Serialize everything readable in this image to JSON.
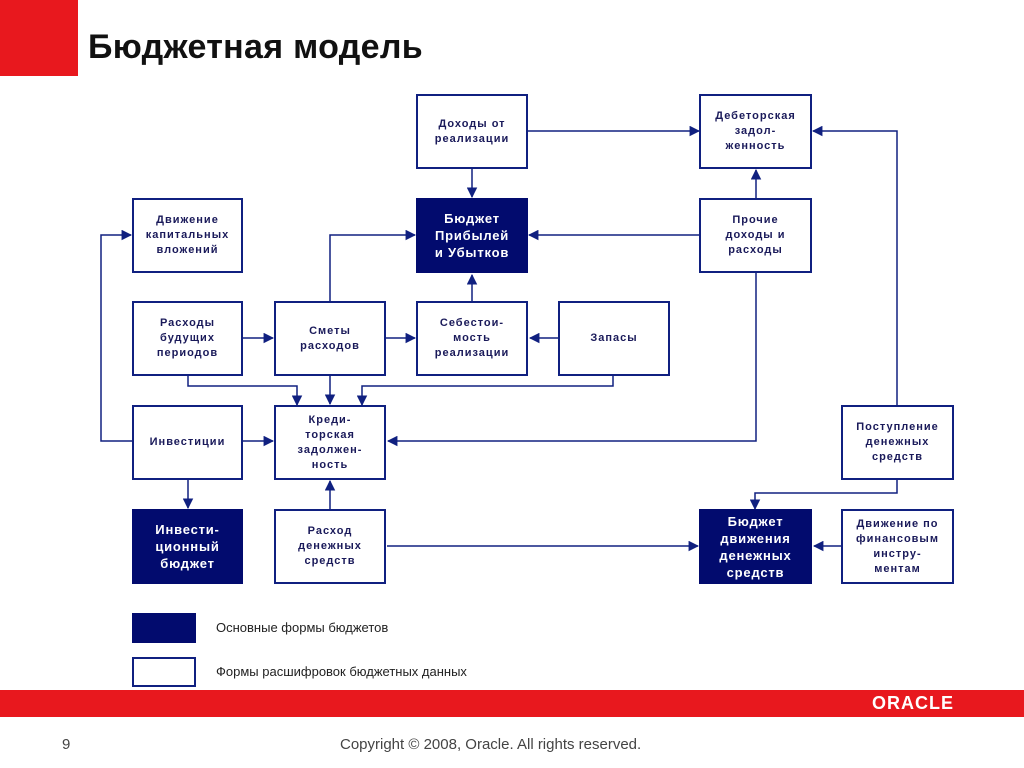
{
  "slide": {
    "title": "Бюджетная модель",
    "page_number": "9",
    "copyright": "Copyright © 2008, Oracle.  All rights reserved.",
    "logo_text": "ORACLE"
  },
  "boxes": {
    "dohody": "Доходы от\nреализации",
    "debitorskaya": "Дебеторская\nзадол-\nженность",
    "dvizhenie_kap": "Движение\nкапитальных\nвложений",
    "bdr": "Бюджет\nПрибылей\nи Убытков",
    "prochie": "Прочие\nдоходы и\nрасходы",
    "raskhody_bp": "Расходы\nбудущих\nпериодов",
    "smety": "Сметы\nрасходов",
    "sebestoimost": "Себестои-\nмость\nреализации",
    "zapasy": "Запасы",
    "investicii": "Инвестиции",
    "kreditorskaya": "Креди-\nторская\nзадолжен-\nность",
    "postuplenie": "Поступление\nденежных\nсредств",
    "invest_budget": "Инвести-\nционный\nбюджет",
    "raskhod_ds": "Расход\nденежных\nсредств",
    "bdds": "Бюджет\nдвижения\nденежных\nсредств",
    "dvizhenie_fin": "Движение по\nфинансовым\nинстру-\nментам"
  },
  "legend": {
    "main_label": "Основные формы бюджетов",
    "detail_label": "Формы расшифровок бюджетных данных"
  },
  "colors": {
    "accent_red": "#e8181e",
    "navy": "#020b6e",
    "line": "#102080"
  }
}
